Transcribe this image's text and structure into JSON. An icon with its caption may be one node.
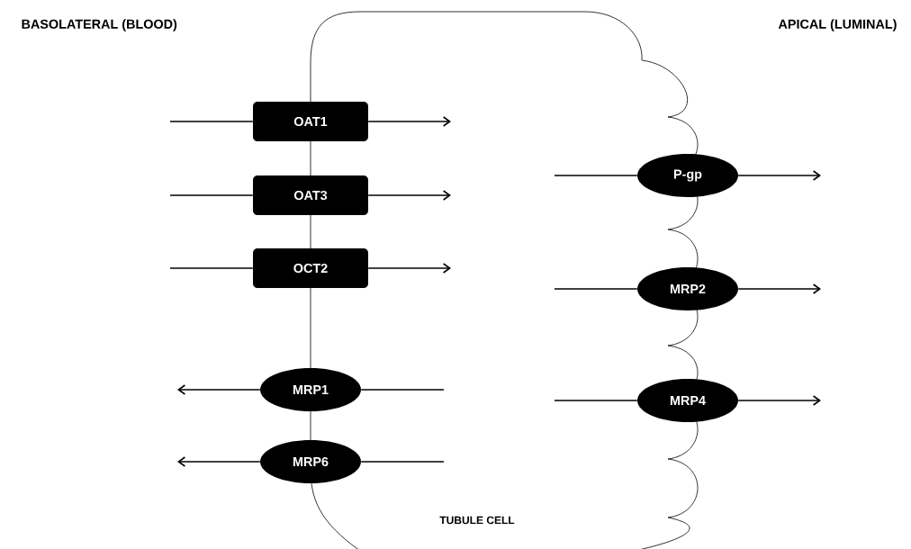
{
  "diagram": {
    "nodes": [
      {
        "text": [
          "TUBULE CELL"
        ]
      },
      {
        "text": [
          "OAT1"
        ]
      },
      {
        "text": [
          "OAT3"
        ]
      },
      {
        "text": [
          "OCT2"
        ]
      },
      {
        "text": [
          "MRP1"
        ]
      },
      {
        "text": [
          "MRP6"
        ]
      },
      {
        "text": [
          "P-gp"
        ]
      },
      {
        "text": [
          "MRP2"
        ]
      },
      {
        "text": [
          "MRP4"
        ]
      }
    ],
    "edges": [
      {
        "from": null,
        "to": 1,
        "arrow": "none"
      },
      {
        "from": 1,
        "to": 0,
        "arrow": "to"
      },
      {
        "from": null,
        "to": 2,
        "arrow": "none"
      },
      {
        "from": 2,
        "to": 0,
        "arrow": "to"
      },
      {
        "from": null,
        "to": 3,
        "arrow": "none"
      },
      {
        "from": 3,
        "to": 0,
        "arrow": "to"
      },
      {
        "from": 0,
        "to": 4,
        "arrow": "none"
      },
      {
        "from": 4,
        "to": null,
        "arrow": "to"
      },
      {
        "from": 0,
        "to": 5,
        "arrow": "none"
      },
      {
        "from": 5,
        "to": null,
        "arrow": "to"
      },
      {
        "from": 0,
        "to": 6,
        "arrow": "none"
      },
      {
        "from": 6,
        "to": null,
        "arrow": "to"
      },
      {
        "from": 0,
        "to": 7,
        "arrow": "none"
      },
      {
        "from": 7,
        "to": null,
        "arrow": "to"
      },
      {
        "from": 0,
        "to": 8,
        "arrow": "none"
      },
      {
        "from": 8,
        "to": null,
        "arrow": "to"
      }
    ],
    "labels": [
      "BASOLATERAL (BLOOD)",
      "APICAL (LUMINAL)"
    ]
  }
}
